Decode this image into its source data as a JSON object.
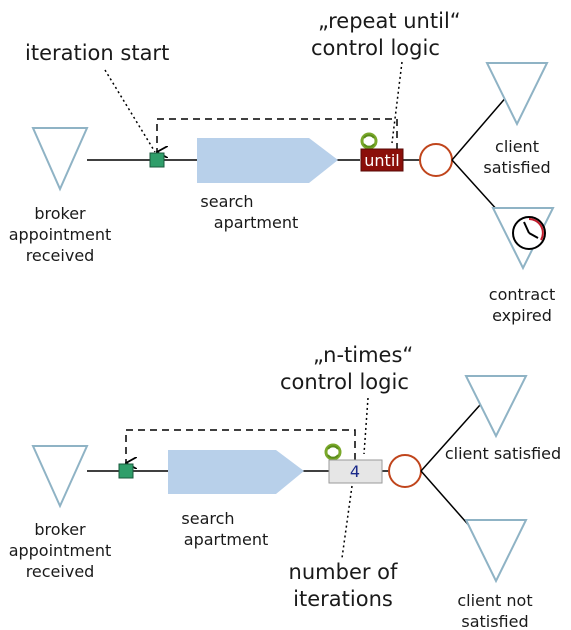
{
  "diagram1": {
    "annotation_start": "iteration start",
    "annotation_logic": [
      "„repeat until“",
      "control logic"
    ],
    "start_event": [
      "broker",
      "appointment",
      "received"
    ],
    "task": [
      "search",
      "apartment"
    ],
    "loop_marker": "until",
    "end_event_1": [
      "client",
      "satisfied"
    ],
    "end_event_2": [
      "contract",
      "expired"
    ],
    "colors": {
      "until_marker_fill": "#8b0f0a",
      "task_fill": "#b8d0ea",
      "connector_fill": "#2f9e6a",
      "xor_stroke": "#c0451c"
    }
  },
  "diagram2": {
    "annotation_logic": [
      "„n-times“",
      "control logic"
    ],
    "start_event": [
      "broker",
      "appointment",
      "received"
    ],
    "task": [
      "search",
      "apartment"
    ],
    "loop_marker": "4",
    "annotation_iterations": [
      "number of",
      "iterations"
    ],
    "end_event_1": [
      "client satisfied"
    ],
    "end_event_2": [
      "client not",
      "satisfied"
    ],
    "colors": {
      "count_marker_fill": "#e6e6e6",
      "count_text": "#1a2a8a"
    }
  }
}
